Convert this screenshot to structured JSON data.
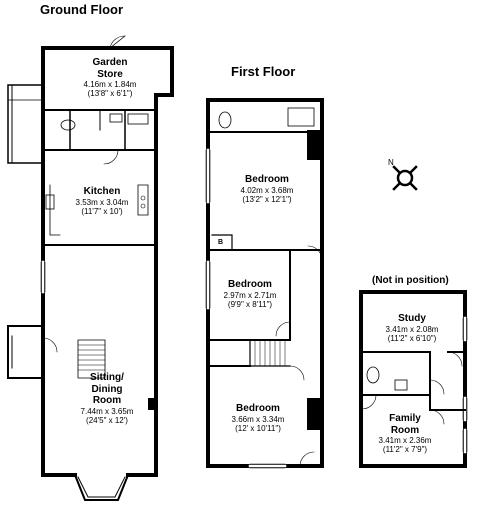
{
  "floors": {
    "ground": {
      "title": "Ground Floor"
    },
    "first": {
      "title": "First Floor"
    },
    "outbuilding": {
      "title": "(Not in position)"
    }
  },
  "rooms": {
    "garden_store": {
      "name_lines": [
        "Garden",
        "Store"
      ],
      "metric": "4.16m x 1.84m",
      "imperial": "(13'8\" x 6'1\")"
    },
    "kitchen": {
      "name_lines": [
        "Kitchen"
      ],
      "metric": "3.53m x 3.04m",
      "imperial": "(11'7\" x 10')"
    },
    "sitting_dining": {
      "name_lines": [
        "Sitting/",
        "Dining",
        "Room"
      ],
      "metric": "7.44m x 3.65m",
      "imperial": "(24'5\" x 12')"
    },
    "bedroom_1": {
      "name_lines": [
        "Bedroom"
      ],
      "metric": "4.02m x 3.68m",
      "imperial": "(13'2\" x 12'1\")"
    },
    "bedroom_2": {
      "name_lines": [
        "Bedroom"
      ],
      "metric": "2.97m x 2.71m",
      "imperial": "(9'9\" x 8'11\")"
    },
    "bedroom_3": {
      "name_lines": [
        "Bedroom"
      ],
      "metric": "3.66m x 3.34m",
      "imperial": "(12' x 10'11\")"
    },
    "study": {
      "name_lines": [
        "Study"
      ],
      "metric": "3.41m x 2.08m",
      "imperial": "(11'2\" x 6'10\")"
    },
    "family_room": {
      "name_lines": [
        "Family",
        "Room"
      ],
      "metric": "3.41m x 2.36m",
      "imperial": "(11'2\" x 7'9\")"
    }
  },
  "boiler_label": "B",
  "compass_label": "N",
  "colors": {
    "wall": "#000000",
    "window": "#ffffff",
    "fixture": "#555555"
  }
}
